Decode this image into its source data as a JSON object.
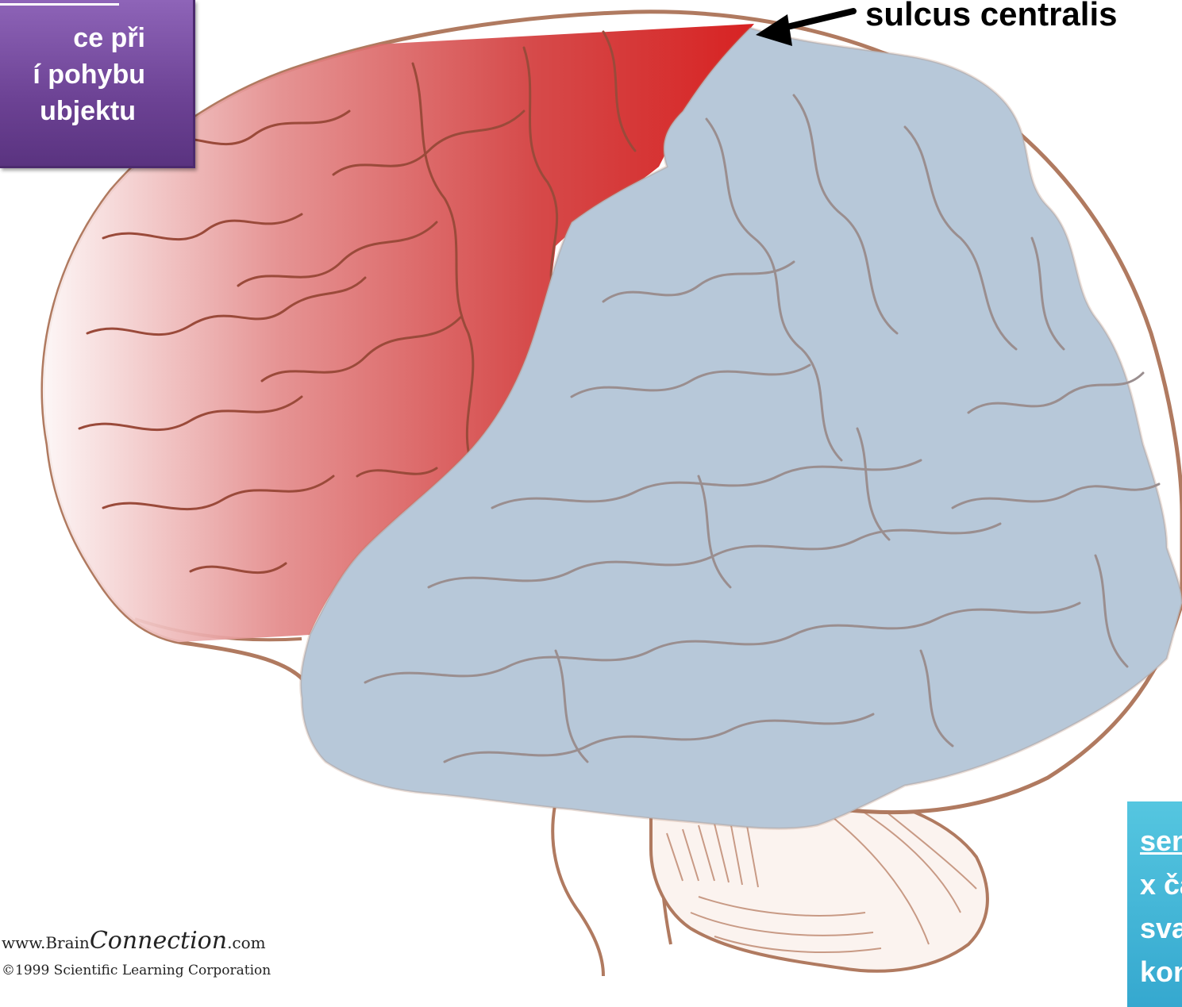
{
  "labels": {
    "purple": {
      "line1": "ce při",
      "line2": "í pohybu",
      "line3": "ubjektu"
    },
    "cyan": {
      "line1": "sensorická c",
      "line2": "x částečně o",
      "line3": "svalstvo tru",
      "line4": "končetin"
    },
    "arrow": "sulcus centralis"
  },
  "credit": {
    "site_prefix": "www.Brain",
    "site_italic": "Connection",
    "site_suffix": ".com",
    "copyright": "©1999 Scientific Learning Corporation"
  },
  "colors": {
    "motor_region": "#d11919",
    "sensory_overlay": "#b7c8d9",
    "outline": "#b07a60",
    "purple_box": "#7a4ea6",
    "cyan_box": "#3fb1d6"
  }
}
